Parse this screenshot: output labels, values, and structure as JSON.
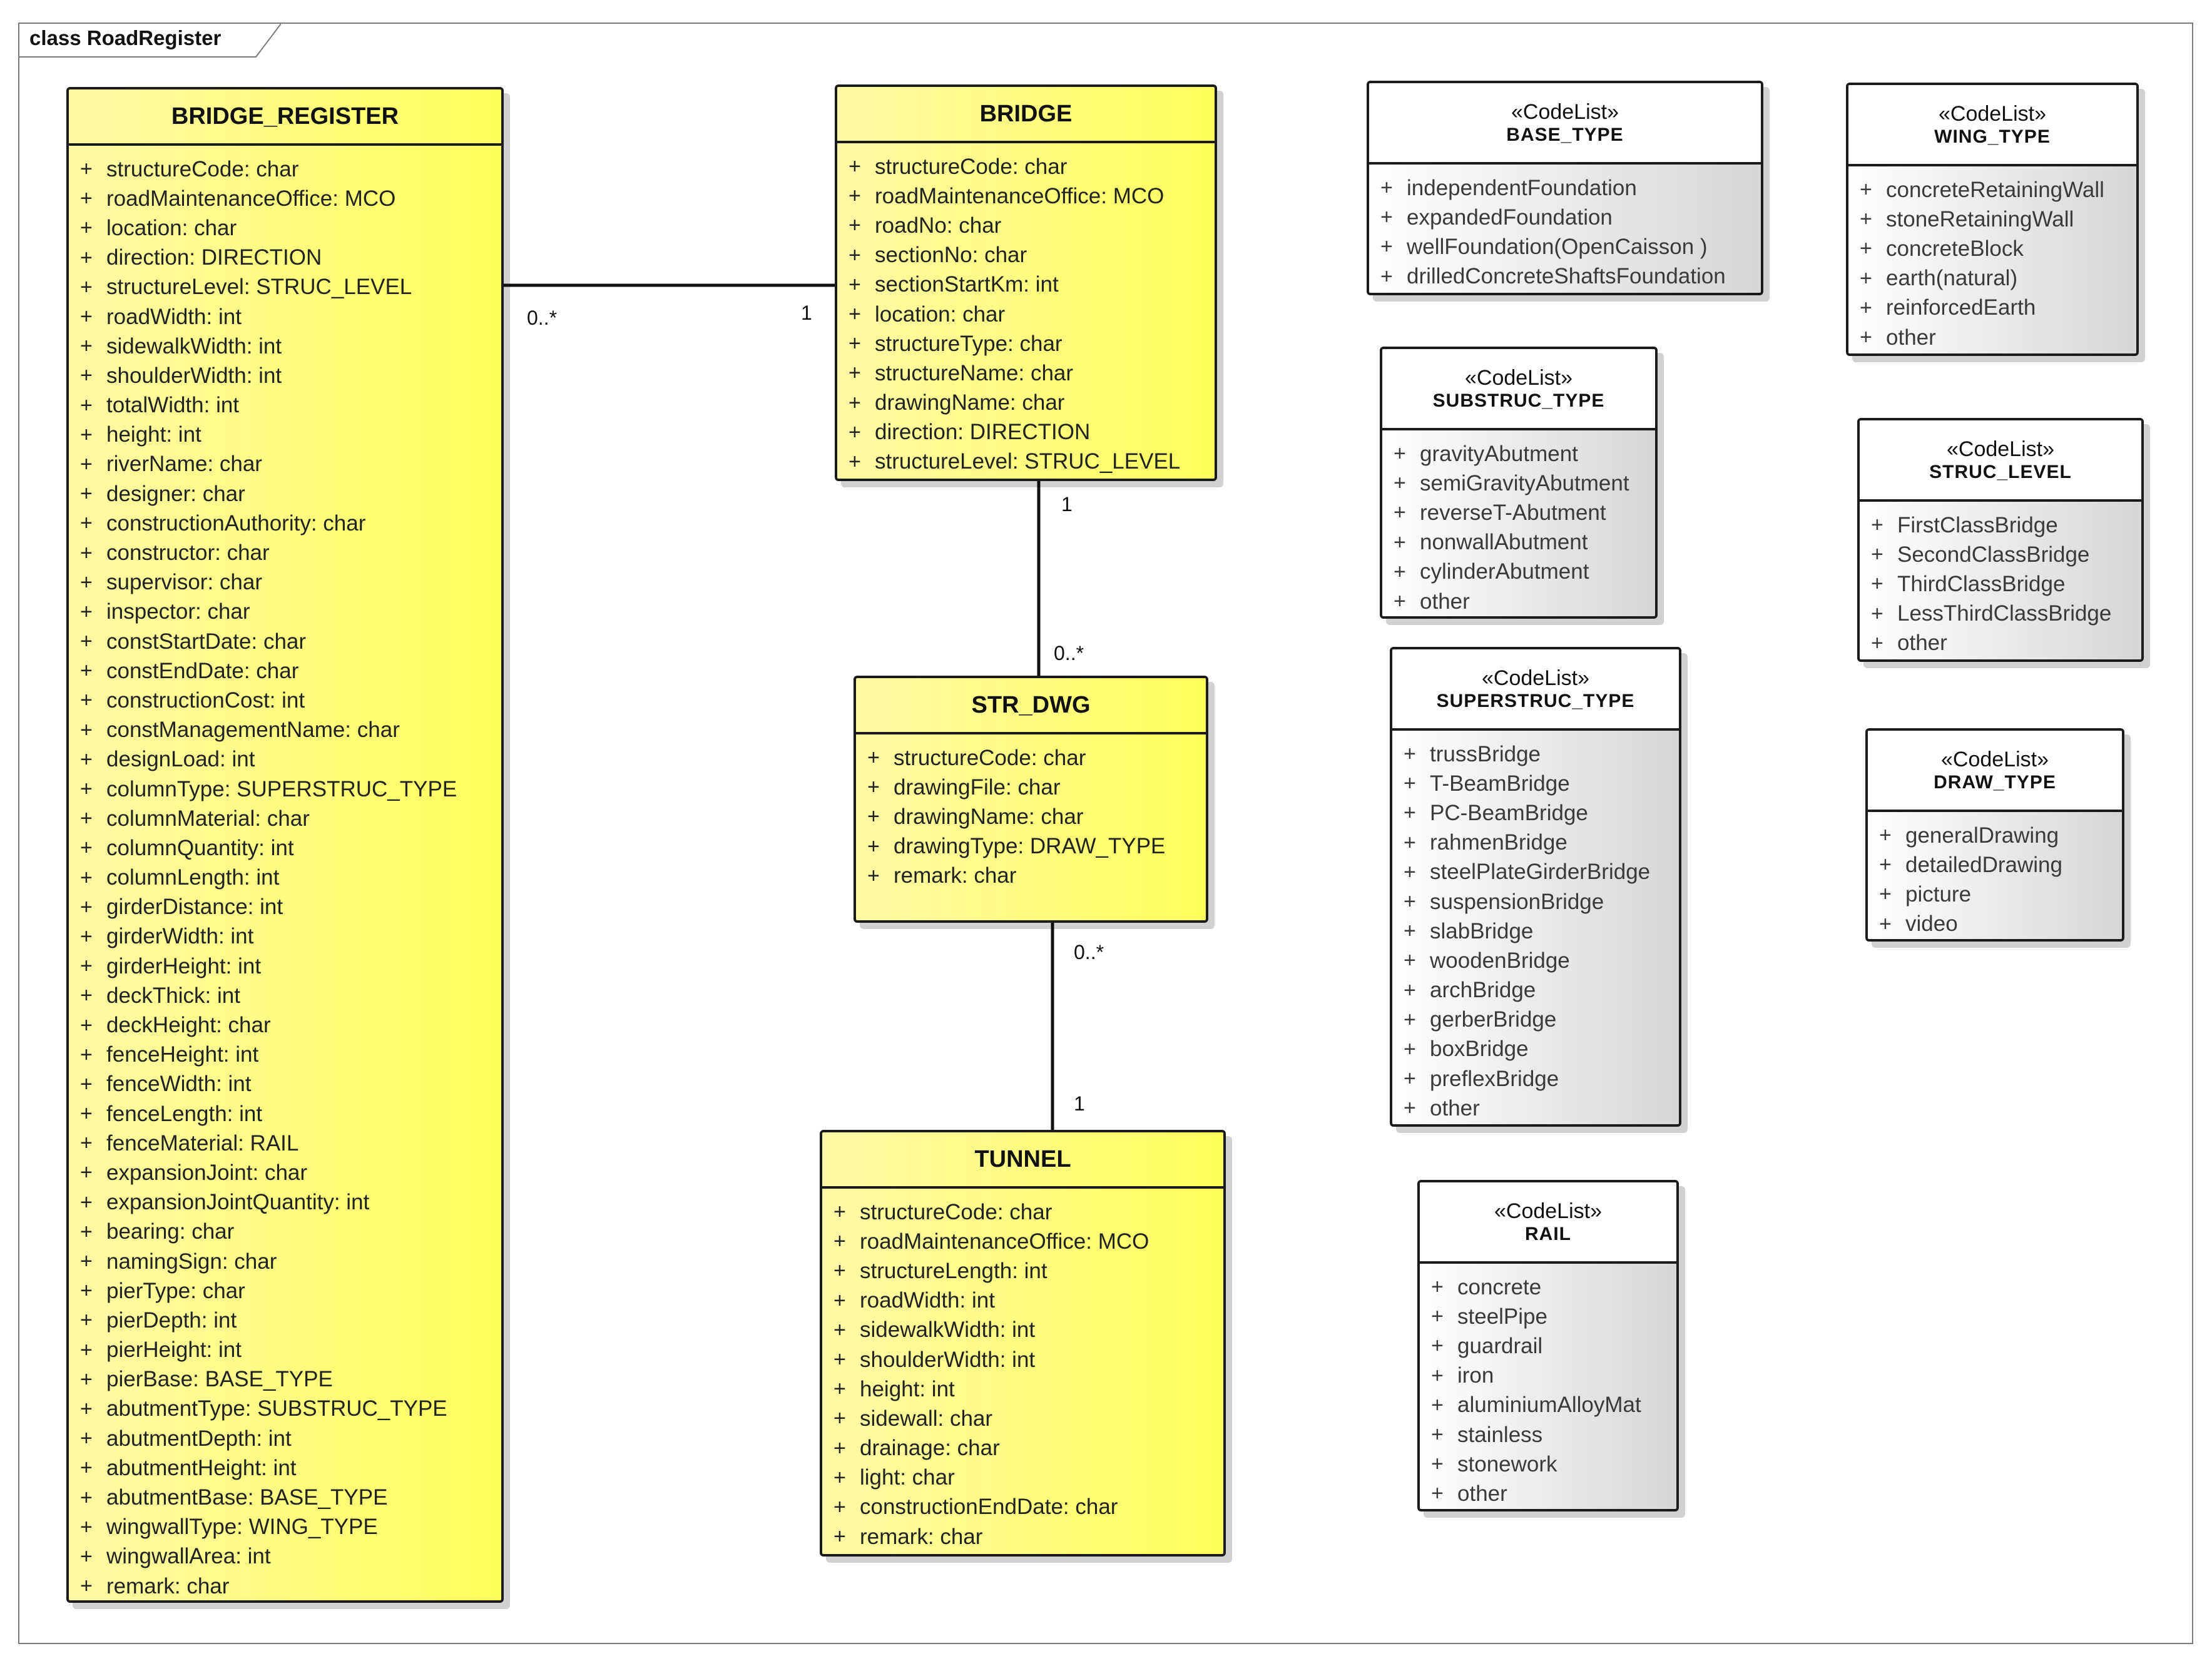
{
  "diagram": {
    "title": "class RoadRegister"
  },
  "classes": {
    "bridge_register": {
      "name": "BRIDGE_REGISTER",
      "attrs": [
        "structureCode: char",
        "roadMaintenanceOffice: MCO",
        "location: char",
        "direction: DIRECTION",
        "structureLevel: STRUC_LEVEL",
        "roadWidth: int",
        "sidewalkWidth: int",
        "shoulderWidth: int",
        "totalWidth: int",
        "height: int",
        "riverName: char",
        "designer: char",
        "constructionAuthority: char",
        "constructor: char",
        "supervisor: char",
        "inspector: char",
        "constStartDate: char",
        "constEndDate: char",
        "constructionCost: int",
        "constManagementName: char",
        "designLoad: int",
        "columnType: SUPERSTRUC_TYPE",
        "columnMaterial: char",
        "columnQuantity: int",
        "columnLength: int",
        "girderDistance: int",
        "girderWidth: int",
        "girderHeight: int",
        "deckThick: int",
        "deckHeight: char",
        "fenceHeight: int",
        "fenceWidth: int",
        "fenceLength: int",
        "fenceMaterial: RAIL",
        "expansionJoint: char",
        "expansionJointQuantity: int",
        "bearing: char",
        "namingSign: char",
        "pierType: char",
        "pierDepth: int",
        "pierHeight: int",
        "pierBase: BASE_TYPE",
        "abutmentType: SUBSTRUC_TYPE",
        "abutmentDepth: int",
        "abutmentHeight: int",
        "abutmentBase: BASE_TYPE",
        "wingwallType: WING_TYPE",
        "wingwallArea: int",
        "remark: char"
      ]
    },
    "bridge": {
      "name": "BRIDGE",
      "attrs": [
        "structureCode: char",
        "roadMaintenanceOffice: MCO",
        "roadNo: char",
        "sectionNo: char",
        "sectionStartKm: int",
        "location: char",
        "structureType: char",
        "structureName: char",
        "drawingName: char",
        "direction: DIRECTION",
        "structureLevel: STRUC_LEVEL"
      ]
    },
    "str_dwg": {
      "name": "STR_DWG",
      "attrs": [
        "structureCode: char",
        "drawingFile: char",
        "drawingName: char",
        "drawingType: DRAW_TYPE",
        "remark: char"
      ]
    },
    "tunnel": {
      "name": "TUNNEL",
      "attrs": [
        "structureCode: char",
        "roadMaintenanceOffice: MCO",
        "structureLength: int",
        "roadWidth: int",
        "sidewalkWidth: int",
        "shoulderWidth: int",
        "height: int",
        "sidewall: char",
        "drainage: char",
        "light: char",
        "constructionEndDate: char",
        "remark: char"
      ]
    },
    "base_type": {
      "stereotype": "«CodeList»",
      "name": "BASE_TYPE",
      "attrs": [
        "independentFoundation",
        "expandedFoundation",
        "wellFoundation(OpenCaisson )",
        "drilledConcreteShaftsFoundation"
      ]
    },
    "wing_type": {
      "stereotype": "«CodeList»",
      "name": "WING_TYPE",
      "attrs": [
        "concreteRetainingWall",
        "stoneRetainingWall",
        "concreteBlock",
        "earth(natural)",
        "reinforcedEarth",
        "other"
      ]
    },
    "substruc_type": {
      "stereotype": "«CodeList»",
      "name": "SUBSTRUC_TYPE",
      "attrs": [
        "gravityAbutment",
        "semiGravityAbutment",
        "reverseT-Abutment",
        "nonwallAbutment",
        "cylinderAbutment",
        "other"
      ]
    },
    "struc_level": {
      "stereotype": "«CodeList»",
      "name": "STRUC_LEVEL",
      "attrs": [
        "FirstClassBridge",
        "SecondClassBridge",
        "ThirdClassBridge",
        "LessThirdClassBridge",
        "other"
      ]
    },
    "superstruc_type": {
      "stereotype": "«CodeList»",
      "name": "SUPERSTRUC_TYPE",
      "attrs": [
        "trussBridge",
        "T-BeamBridge",
        "PC-BeamBridge",
        "rahmenBridge",
        "steelPlateGirderBridge",
        "suspensionBridge",
        "slabBridge",
        "woodenBridge",
        "archBridge",
        "gerberBridge",
        "boxBridge",
        "preflexBridge",
        "other"
      ]
    },
    "draw_type": {
      "stereotype": "«CodeList»",
      "name": "DRAW_TYPE",
      "attrs": [
        "generalDrawing",
        "detailedDrawing",
        "picture",
        "video"
      ]
    },
    "rail": {
      "stereotype": "«CodeList»",
      "name": "RAIL",
      "attrs": [
        "concrete",
        "steelPipe",
        "guardrail",
        "iron",
        "aluminiumAlloyMat",
        "stainless",
        "stonework",
        "other"
      ]
    }
  },
  "associations": {
    "register_bridge": {
      "source_mult": "0..*",
      "target_mult": "1"
    },
    "bridge_dwg": {
      "source_mult": "1",
      "target_mult": "0..*"
    },
    "dwg_tunnel": {
      "source_mult": "0..*",
      "target_mult": "1"
    }
  },
  "colors": {
    "class_fill": "#ffff5c",
    "codelist_fill": "#d6d6d6",
    "line": "#111111"
  }
}
